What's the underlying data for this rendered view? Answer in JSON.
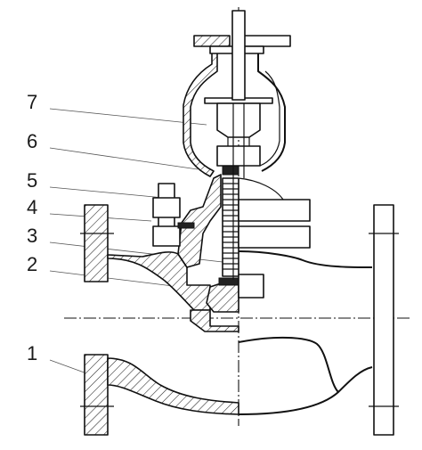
{
  "callouts": [
    {
      "id": "7",
      "label": "7"
    },
    {
      "id": "6",
      "label": "6"
    },
    {
      "id": "5",
      "label": "5"
    },
    {
      "id": "4",
      "label": "4"
    },
    {
      "id": "3",
      "label": "3"
    },
    {
      "id": "2",
      "label": "2"
    },
    {
      "id": "1",
      "label": "1"
    }
  ]
}
